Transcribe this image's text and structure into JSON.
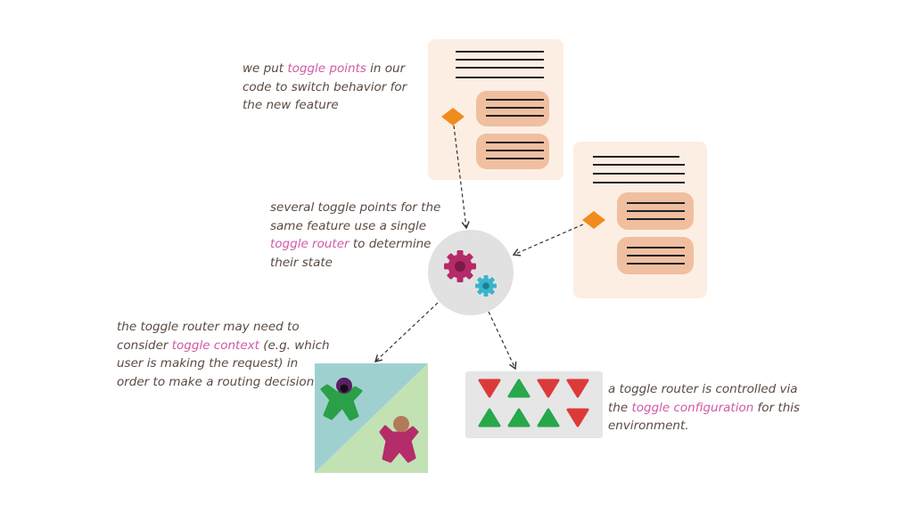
{
  "annotations": {
    "toggle_points": {
      "pre": "we put ",
      "highlight": "toggle points",
      "post_line1": " in our",
      "line2": "code to switch behavior for",
      "line3": "the new feature"
    },
    "toggle_router": {
      "line1": "several toggle points for the",
      "line2": "same feature use a single",
      "highlight": "toggle router",
      "post_line3": " to determine",
      "line4": "their state"
    },
    "toggle_context": {
      "line1": "the toggle router may need to",
      "pre_line2": "consider ",
      "highlight": "toggle context",
      "post_line2": " (e.g. which",
      "line3": "user is making the request) in",
      "line4": "order to make a routing decision"
    },
    "toggle_configuration": {
      "line1": "a toggle router is controlled via",
      "pre_line2": "the ",
      "highlight": "toggle configuration",
      "post_line2": " for this",
      "line3": "environment."
    }
  },
  "colors": {
    "highlight": "#d05aa6",
    "text": "#5a4a42",
    "code_panel": "#fdeee3",
    "code_block": "#efbfa0",
    "toggle_diamond": "#f08c1e",
    "router_circle": "#e1e1e1",
    "gear_large": "#b62a6a",
    "gear_small": "#3ab4cd",
    "context_top": "#9fd0d0",
    "context_bottom": "#c2e2b4",
    "user_green": "#2aa048",
    "user_magenta": "#b42c6a",
    "config_panel": "#e6e6e6",
    "toggle_on": "#27a84a",
    "toggle_off": "#dc3a3a"
  },
  "icons": [
    "code-snippet-icon",
    "toggle-point-icon",
    "gear-icon",
    "user-icon",
    "triangle-up-icon",
    "triangle-down-icon"
  ],
  "toggle_configuration_states": [
    [
      "off",
      "on",
      "off",
      "off"
    ],
    [
      "on",
      "on",
      "on",
      "off"
    ]
  ]
}
